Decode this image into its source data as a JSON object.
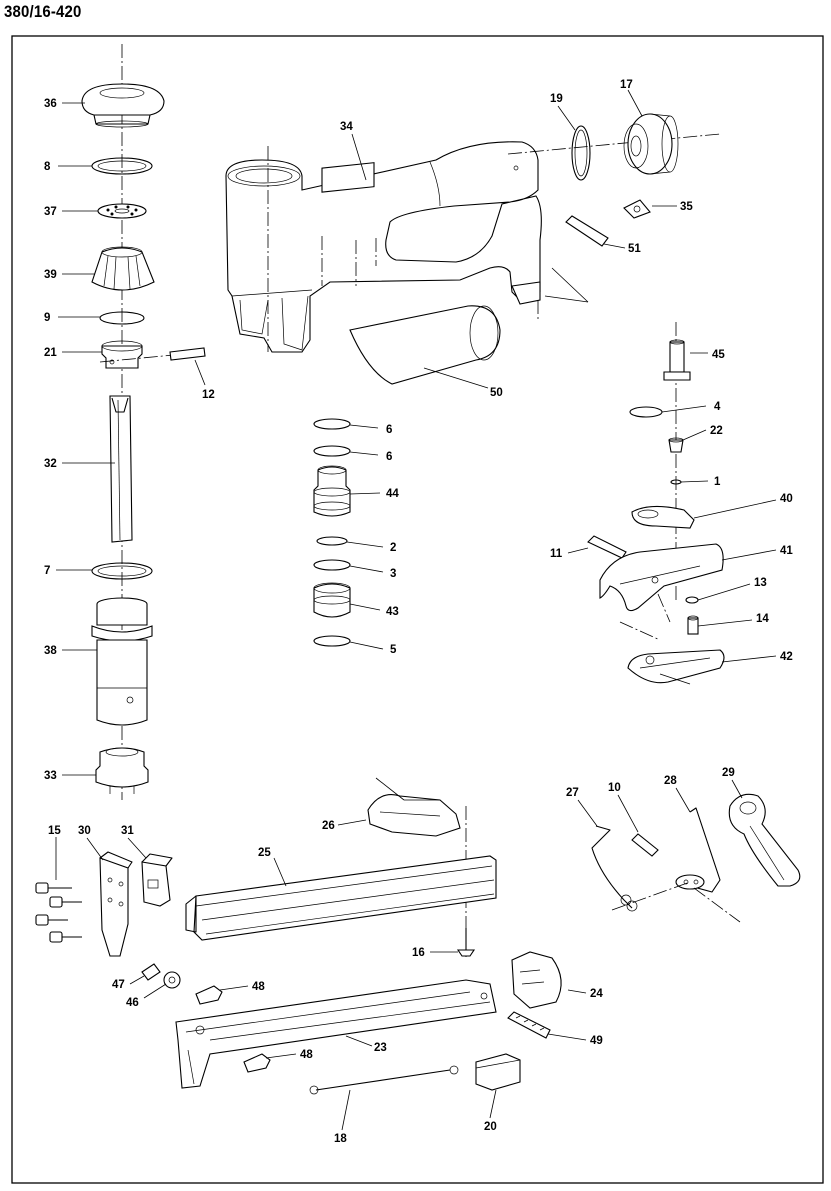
{
  "title": "380/16-420",
  "labels": [
    {
      "id": "36",
      "text": "36"
    },
    {
      "id": "8",
      "text": "8"
    },
    {
      "id": "37",
      "text": "37"
    },
    {
      "id": "39",
      "text": "39"
    },
    {
      "id": "9",
      "text": "9"
    },
    {
      "id": "21",
      "text": "21"
    },
    {
      "id": "12",
      "text": "12"
    },
    {
      "id": "32",
      "text": "32"
    },
    {
      "id": "7",
      "text": "7"
    },
    {
      "id": "38",
      "text": "38"
    },
    {
      "id": "33",
      "text": "33"
    },
    {
      "id": "15",
      "text": "15"
    },
    {
      "id": "30",
      "text": "30"
    },
    {
      "id": "31",
      "text": "31"
    },
    {
      "id": "47",
      "text": "47"
    },
    {
      "id": "46",
      "text": "46"
    },
    {
      "id": "34",
      "text": "34"
    },
    {
      "id": "19",
      "text": "19"
    },
    {
      "id": "17",
      "text": "17"
    },
    {
      "id": "35",
      "text": "35"
    },
    {
      "id": "51",
      "text": "51"
    },
    {
      "id": "50",
      "text": "50"
    },
    {
      "id": "6a",
      "text": "6"
    },
    {
      "id": "6b",
      "text": "6"
    },
    {
      "id": "44",
      "text": "44"
    },
    {
      "id": "2",
      "text": "2"
    },
    {
      "id": "3",
      "text": "3"
    },
    {
      "id": "43",
      "text": "43"
    },
    {
      "id": "5",
      "text": "5"
    },
    {
      "id": "45",
      "text": "45"
    },
    {
      "id": "4",
      "text": "4"
    },
    {
      "id": "22",
      "text": "22"
    },
    {
      "id": "1",
      "text": "1"
    },
    {
      "id": "40",
      "text": "40"
    },
    {
      "id": "11",
      "text": "11"
    },
    {
      "id": "41",
      "text": "41"
    },
    {
      "id": "13",
      "text": "13"
    },
    {
      "id": "14",
      "text": "14"
    },
    {
      "id": "42",
      "text": "42"
    },
    {
      "id": "27",
      "text": "27"
    },
    {
      "id": "10",
      "text": "10"
    },
    {
      "id": "28",
      "text": "28"
    },
    {
      "id": "29",
      "text": "29"
    },
    {
      "id": "26",
      "text": "26"
    },
    {
      "id": "25",
      "text": "25"
    },
    {
      "id": "16",
      "text": "16"
    },
    {
      "id": "24",
      "text": "24"
    },
    {
      "id": "48a",
      "text": "48"
    },
    {
      "id": "48b",
      "text": "48"
    },
    {
      "id": "23",
      "text": "23"
    },
    {
      "id": "49",
      "text": "49"
    },
    {
      "id": "18",
      "text": "18"
    },
    {
      "id": "20",
      "text": "20"
    }
  ]
}
